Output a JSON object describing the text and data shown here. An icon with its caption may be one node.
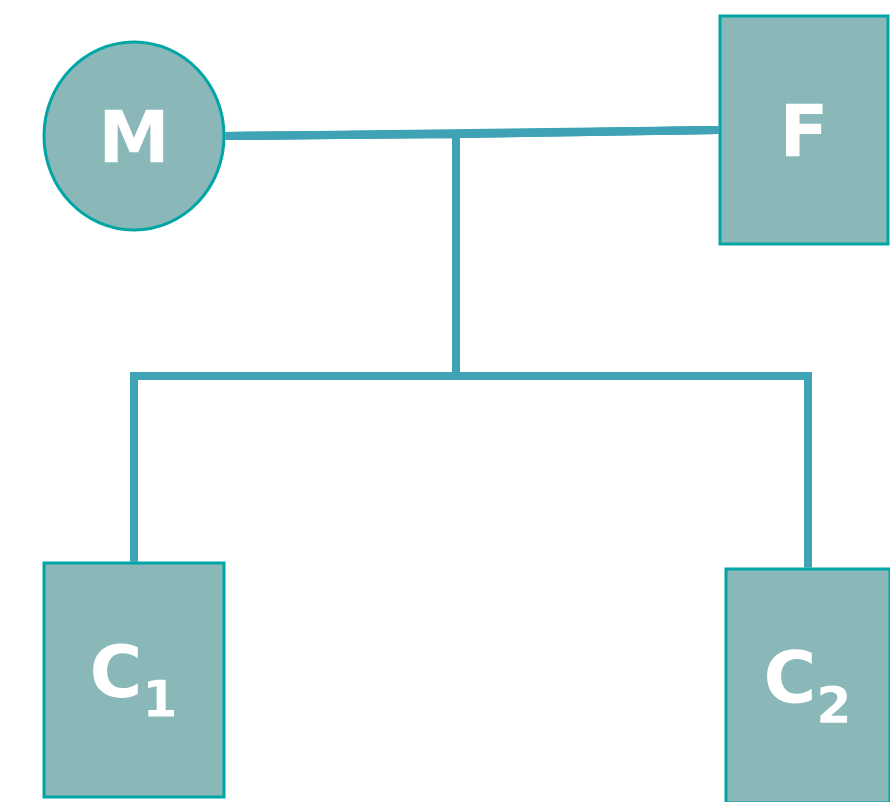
{
  "diagram": {
    "nodes": [
      {
        "text": [
          "M"
        ]
      },
      {
        "text": [
          "F"
        ]
      },
      {
        "text": [
          "C$_{1}$"
        ]
      },
      {
        "text": [
          "C$_{2}$"
        ]
      }
    ],
    "edges": [
      {
        "from": 0,
        "to": 1,
        "arrow": "none"
      },
      {
        "from": 0,
        "to": 2,
        "arrow": "none"
      },
      {
        "from": 0,
        "to": 3,
        "arrow": "none"
      },
      {
        "from": 1,
        "to": 2,
        "arrow": "none"
      },
      {
        "from": 1,
        "to": 3,
        "arrow": "none"
      }
    ]
  }
}
